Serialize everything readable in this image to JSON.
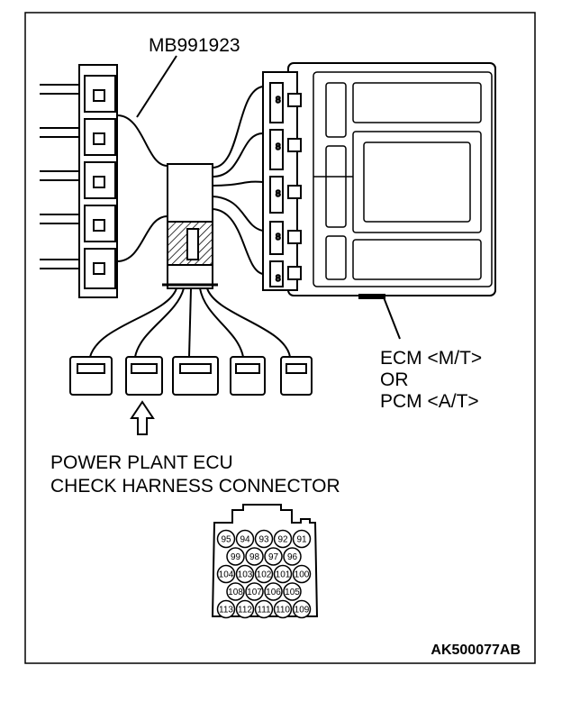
{
  "tool_label": "MB991923",
  "ecu_label": {
    "line1": "ECM <M/T>",
    "line2": "OR",
    "line3": "PCM <A/T>"
  },
  "connector_label": {
    "line1": "POWER PLANT ECU",
    "line2": "CHECK HARNESS CONNECTOR"
  },
  "pin_rows": [
    [
      "95",
      "94",
      "93",
      "92",
      "91"
    ],
    [
      "99",
      "98",
      "97",
      "96"
    ],
    [
      "104",
      "103",
      "102",
      "101",
      "100"
    ],
    [
      "108",
      "107",
      "106",
      "105"
    ],
    [
      "113",
      "112",
      "111",
      "110",
      "109"
    ]
  ],
  "figure_code": "AK500077AB"
}
